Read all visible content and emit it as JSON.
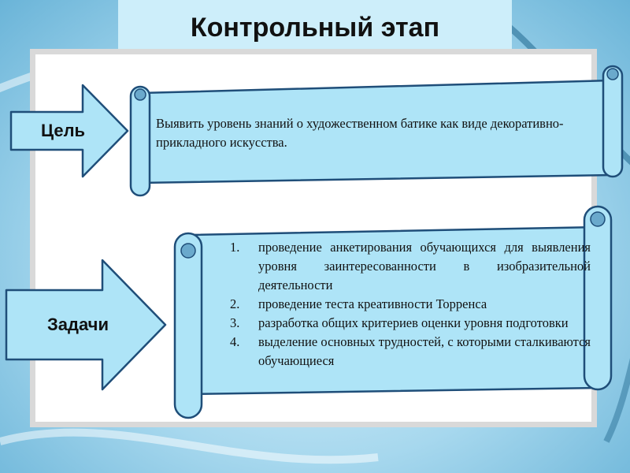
{
  "title": "Контрольный этап",
  "goal": {
    "label": "Цель",
    "text": "Выявить уровень знаний о художественном батике как виде декоративно-прикладного искусства."
  },
  "tasks": {
    "label": "Задачи",
    "items": [
      {
        "num": "1.",
        "text": "проведение анкетирования обучающихся для выявления уровня заинтересованности в изобразительной деятельности"
      },
      {
        "num": "2.",
        "text": "проведение теста креативности Торренса"
      },
      {
        "num": "3.",
        "text": "разработка общих критериев оценки уровня подготовки"
      },
      {
        "num": "4.",
        "text": "выделение основных трудностей, с которыми сталкиваются обучающиеся"
      }
    ]
  },
  "colors": {
    "scroll_fill": "#aee4f7",
    "scroll_stroke": "#1f4e79",
    "arrow_fill": "#aee4f7",
    "title_bg": "#cdeefa"
  }
}
